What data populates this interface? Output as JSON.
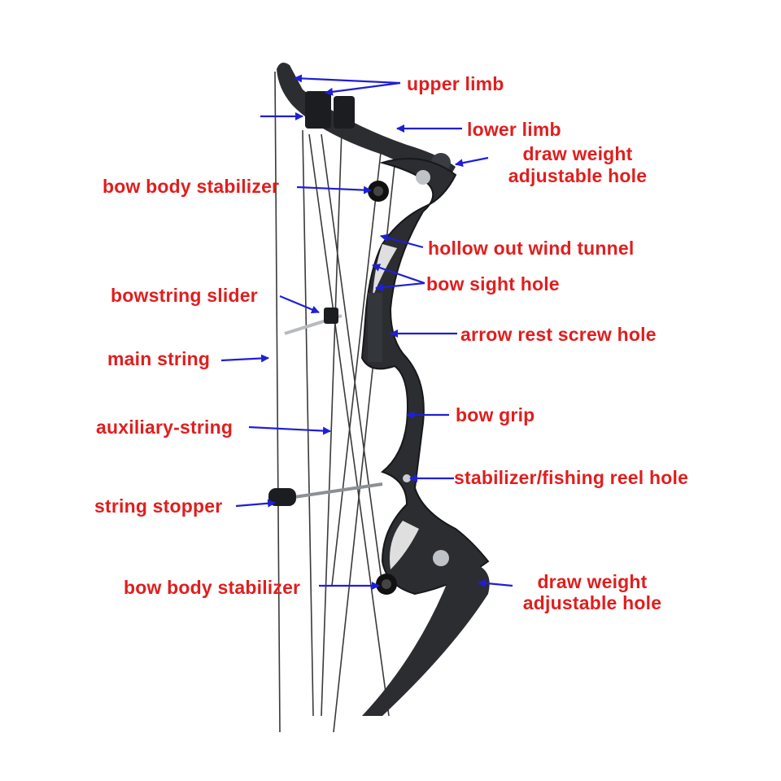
{
  "colors": {
    "label": "#e01e1e",
    "arrow": "#1f1fd6",
    "bow": "#2b2d31",
    "string": "#3a3a3a"
  },
  "labels": {
    "upper_limb": "upper limb",
    "lower_limb": "lower limb",
    "draw_weight_hole_top_1": "draw weight",
    "draw_weight_hole_top_2": "adjustable hole",
    "bow_body_stabilizer_top": "bow body stabilizer",
    "wind_tunnel": "hollow out  wind tunnel",
    "bow_sight_hole": "bow sight hole",
    "bowstring_slider": "bowstring slider",
    "arrow_rest_screw_hole": "arrow rest screw hole",
    "main_string": "main string",
    "bow_grip": "bow grip",
    "auxiliary_string": "auxiliary-string",
    "stabilizer_reel_hole": "stabilizer/fishing reel hole",
    "string_stopper": "string stopper",
    "bow_body_stabilizer_bottom": "bow body stabilizer",
    "draw_weight_hole_bottom_1": "draw weight",
    "draw_weight_hole_bottom_2": "adjustable hole"
  }
}
